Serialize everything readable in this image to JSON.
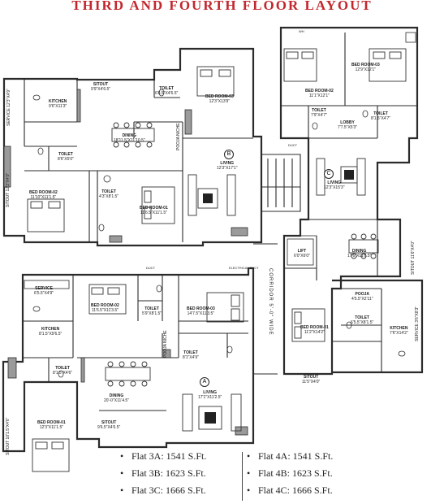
{
  "title": "THIRD AND FOURTH FLOOR LAYOUT",
  "colors": {
    "title": "#c2272d",
    "wall": "#2b2b2b",
    "fill": "#9a9a9a"
  },
  "flat_markers": {
    "a": "A",
    "b": "B",
    "c": "C"
  },
  "corridor": "CORRIDOR 5'-0\" WIDE",
  "rooms": {
    "b_sitout": {
      "name": "SITOUT",
      "dim": "9'9\"X4'6.5\""
    },
    "b_toilet1": {
      "name": "TOILET",
      "dim": "6'6.5\"X4'6.5\""
    },
    "b_bed3": {
      "name": "BED ROOM-03",
      "dim": "12'3\"X13'9\""
    },
    "b_kitchen": {
      "name": "KITCHEN",
      "dim": "9'6\"X11'3\""
    },
    "b_service": {
      "name": "SERVICE",
      "dim": "12'3\"X4'9\""
    },
    "b_dining": {
      "name": "DINING",
      "dim": "18'11.5\"X11'10.5\""
    },
    "b_pooja": {
      "name": "POOJA NICHE"
    },
    "b_living": {
      "name": "LIVING",
      "dim": "12'3\"X17'1\""
    },
    "b_toilet2": {
      "name": "TOILET",
      "dim": "8'6\"X5'0\""
    },
    "b_toilet3": {
      "name": "TOILET",
      "dim": "4'3\"X8'1.5\""
    },
    "b_sitout2": {
      "name": "SITOUT",
      "dim": "12'3\"X4'0\""
    },
    "b_bed2": {
      "name": "BED ROOM-02",
      "dim": "11'10\"X11'1.5\""
    },
    "b_bed1": {
      "name": "BED ROOM-01",
      "dim": "11'6.5\"X11'1.5\""
    },
    "c_bed2": {
      "name": "BED ROOM-02",
      "dim": "11'1\"X12'1\""
    },
    "c_bed3": {
      "name": "BED ROOM-03",
      "dim": "12'9\"X12'1\""
    },
    "c_toilet1": {
      "name": "TOILET",
      "dim": "7'9\"X4'7\""
    },
    "c_lobby": {
      "name": "LOBBY",
      "dim": "7'7.5\"X5'3\""
    },
    "c_toilet2": {
      "name": "TOILET",
      "dim": "8'1.5\"X4'7\""
    },
    "c_living": {
      "name": "LIVING",
      "dim": "12'3\"X15'3\""
    },
    "c_dining": {
      "name": "DINING",
      "dim": "17'6\"X11'6.5\""
    },
    "c_lift": {
      "name": "LIFT",
      "dim": "6'0\"X6'0\""
    },
    "c_sitout": {
      "name": "SITOUT",
      "dim": "11'6\"X4'0\""
    },
    "c_pooja": {
      "name": "POOJA",
      "dim": "4'5.5\"X2'11\""
    },
    "c_toilet3": {
      "name": "TOILET",
      "dim": "6'5.5\"X8'1.5\""
    },
    "c_bed1": {
      "name": "BED ROOM-01",
      "dim": "11'2\"X14'2\""
    },
    "c_kitchen": {
      "name": "KITCHEN",
      "dim": "7'6\"X14'2\""
    },
    "c_service": {
      "name": "SERVICE",
      "dim": "3'6\"X8'3\""
    },
    "c_sitout2": {
      "name": "SITOUT",
      "dim": "11'5\"X4'0\""
    },
    "a_service": {
      "name": "SERVICE",
      "dim": "6'5.5\"X4'9\""
    },
    "a_bed2": {
      "name": "BED ROOM-02",
      "dim": "11'6.5\"X11'3.5\""
    },
    "a_toilet1": {
      "name": "TOILET",
      "dim": "5'9\"X8'1.5\""
    },
    "a_bed3": {
      "name": "BED ROOM-03",
      "dim": "14'7.5\"X11'3.5\""
    },
    "a_kitchen": {
      "name": "KITCHEN",
      "dim": "8'1.5\"X9'6.5\""
    },
    "a_toilet2": {
      "name": "TOILET",
      "dim": "8'1\"X4'9\""
    },
    "a_pooja": {
      "name": "POOJA NICHE"
    },
    "a_toilet3": {
      "name": "TOILET",
      "dim": "8'1.5\"X4'6\""
    },
    "a_dining": {
      "name": "DINING",
      "dim": "20'-0\"X11'4.5\""
    },
    "a_living": {
      "name": "LIVING",
      "dim": "17'1\"X11'2.5\""
    },
    "a_bed1": {
      "name": "BED ROOM-01",
      "dim": "12'3\"X11'1.5\""
    },
    "a_sitout": {
      "name": "SITOUT",
      "dim": "9'6.5\"X4'6.5\""
    },
    "a_sitout2": {
      "name": "SITOUT",
      "dim": "10'1.5\"X4'6\""
    }
  },
  "misc_labels": {
    "duct": "DUCT",
    "wh": "WH",
    "electrical_duct": "ELECTRICAL DUCT"
  },
  "legend": {
    "left": [
      "Flat 3A: 1541 S.Ft.",
      "Flat 3B: 1623 S.Ft.",
      "Flat 3C: 1666 S.Ft."
    ],
    "right": [
      "Flat 4A: 1541 S.Ft.",
      "Flat 4B: 1623 S.Ft.",
      "Flat 4C: 1666 S.Ft."
    ]
  }
}
